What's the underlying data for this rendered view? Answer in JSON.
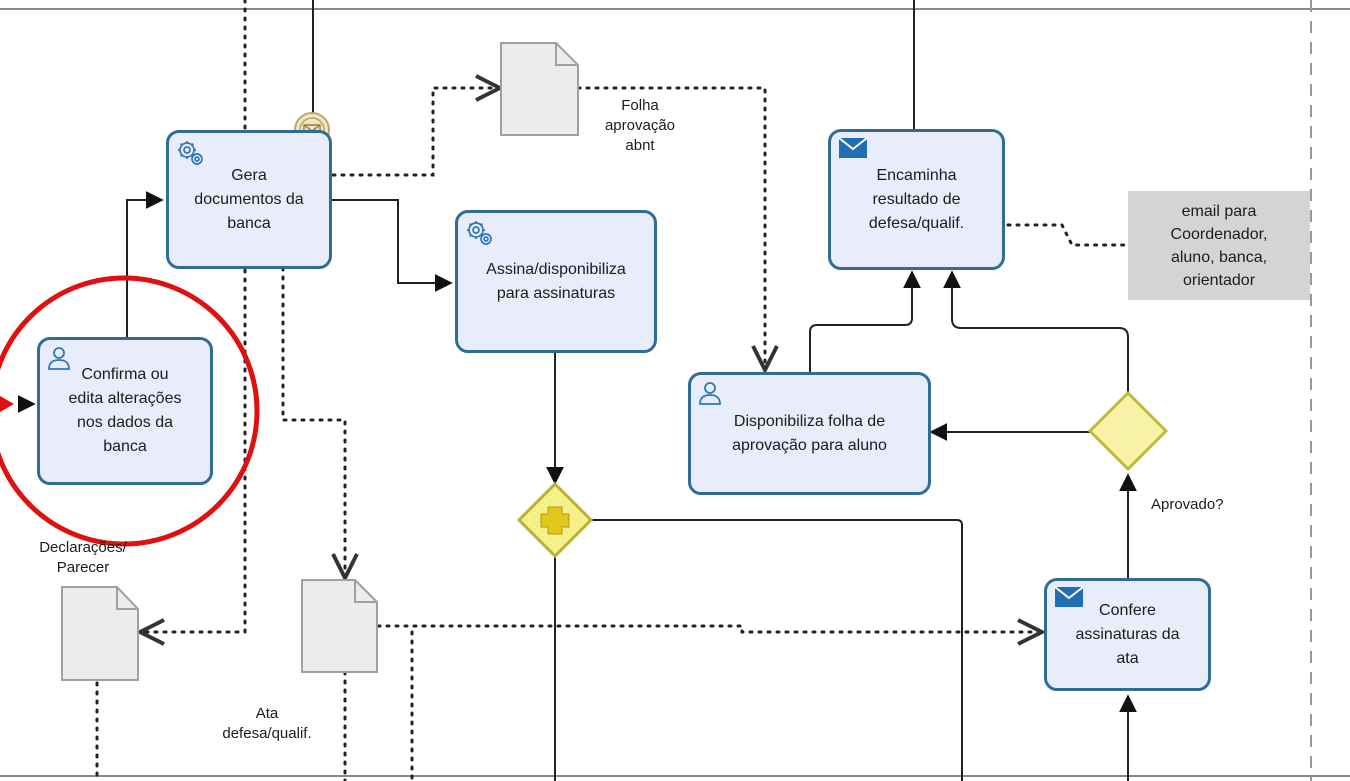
{
  "tasks": {
    "gera": {
      "label": "Gera\ndocumentos da\nbanca",
      "icon": "gear-icon"
    },
    "confirma": {
      "label": "Confirma ou\nedita alterações\nnos dados da\nbanca",
      "icon": "user-icon"
    },
    "assina": {
      "label": "Assina/disponibiliza\npara assinaturas",
      "icon": "gear-icon"
    },
    "encaminha": {
      "label": "Encaminha\nresultado de\ndefesa/qualif.",
      "icon": "envelope-icon"
    },
    "disponibiliza": {
      "label": "Disponibiliza folha de\naprovação para aluno",
      "icon": "user-icon"
    },
    "confere": {
      "label": "Confere\nassinaturas da\nata",
      "icon": "envelope-icon"
    }
  },
  "documents": {
    "folha": "Folha\naprovação\nabnt",
    "declaracoes": "Declarações/\nParecer",
    "ata": "Ata\ndefesa/qualif."
  },
  "annotation": "email para\nCoordenador,\naluno, banca,\norientador",
  "gateway": {
    "question": "Aprovado?"
  },
  "colors": {
    "task_fill": "#e8ecfb",
    "task_border": "#2f6d96",
    "gateway_fill": "#f4f08a",
    "gateway_border": "#b9b236",
    "highlight_circle": "#e01010",
    "annotation_fill": "#d4d4d4"
  }
}
